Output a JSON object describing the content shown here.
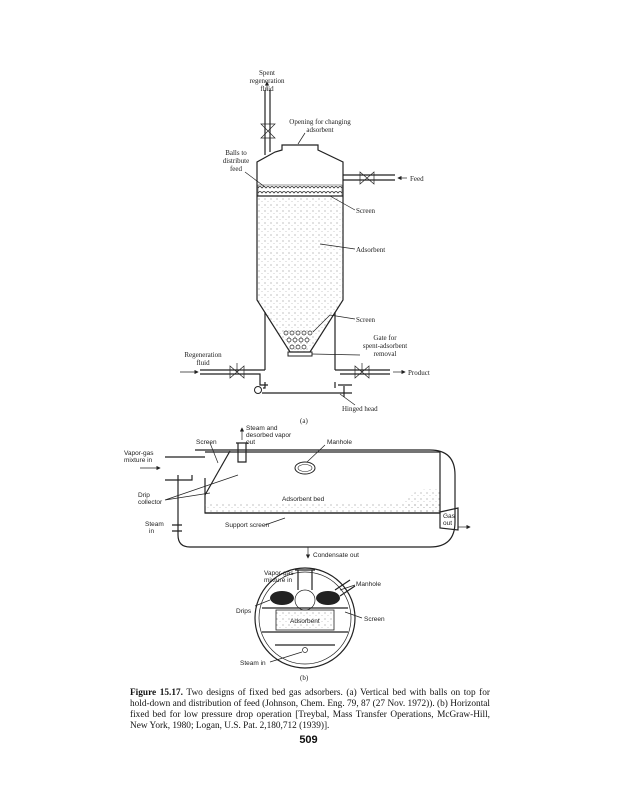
{
  "figure_a": {
    "labels": {
      "spent": [
        "Spent",
        "regeneration",
        "fluid"
      ],
      "opening": [
        "Opening for changing",
        "adsorbent"
      ],
      "balls": [
        "Balls to",
        "distribute",
        "feed"
      ],
      "feed": "Feed",
      "screen_top": "Screen",
      "adsorbent": "Adsorbent",
      "screen_bottom": "Screen",
      "gate": [
        "Gate for",
        "spent-adsorbent",
        "removal"
      ],
      "regen": [
        "Regeneration",
        "fluid"
      ],
      "product": "Product",
      "hinged": "Hinged head",
      "tag": "(a)"
    }
  },
  "figure_b": {
    "labels": {
      "steam_out": [
        "Steam and",
        "desorbed vapor",
        "out"
      ],
      "screen": "Screen",
      "manhole": "Manhole",
      "vapor_in": [
        "Vapor-gas",
        "mixture in"
      ],
      "drip": [
        "Drip",
        "collector"
      ],
      "adsorbent_bed": "Adsorbent bed",
      "support": "Support screen",
      "steam_in": [
        "Steam",
        "in"
      ],
      "gas_out": [
        "Gas",
        "out"
      ],
      "condensate": "Condensate out",
      "x_vapor_in": [
        "Vapor-gas",
        "mixture in"
      ],
      "x_manhole": "Manhole",
      "x_drips": "Drips",
      "x_adsorbent": "Adsorbent",
      "x_screen": "Screen",
      "x_steam_in": "Steam in",
      "tag": "(b)"
    }
  },
  "caption": {
    "label": "Figure 15.17.",
    "text": "Two designs of fixed bed gas adsorbers. (a) Vertical bed with balls on top for hold-down and distribution of feed (Johnson, Chem. Eng. 79, 87 (27 Nov. 1972)). (b) Horizontal fixed bed for low pressure drop operation [Treybal, Mass Transfer Operations, McGraw-Hill, New York, 1980; Logan, U.S. Pat. 2,180,712 (1939)]."
  },
  "page_number": "509"
}
